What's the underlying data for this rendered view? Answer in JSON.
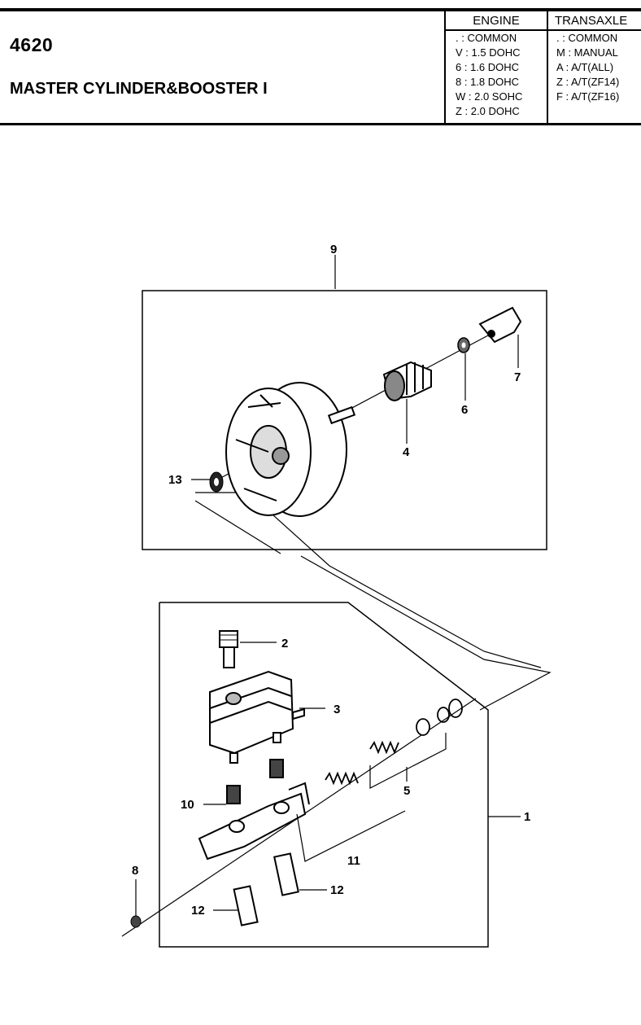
{
  "header": {
    "code": "4620",
    "title": "MASTER CYLINDER&BOOSTER I"
  },
  "engine": {
    "heading": "ENGINE",
    "rows": [
      ". : COMMON",
      "V : 1.5 DOHC",
      "6 : 1.6 DOHC",
      "8 : 1.8 DOHC",
      "W : 2.0 SOHC",
      "Z : 2.0 DOHC"
    ]
  },
  "transaxle": {
    "heading": "TRANSAXLE",
    "rows": [
      ". : COMMON",
      "M : MANUAL",
      "A : A/T(ALL)",
      "Z : A/T(ZF14)",
      "F : A/T(ZF16)"
    ]
  },
  "callouts": {
    "c1": "1",
    "c2": "2",
    "c3": "3",
    "c4": "4",
    "c5": "5",
    "c6": "6",
    "c7": "7",
    "c8": "8",
    "c9": "9",
    "c10": "10",
    "c11": "11",
    "c12a": "12",
    "c12b": "12",
    "c13": "13"
  }
}
